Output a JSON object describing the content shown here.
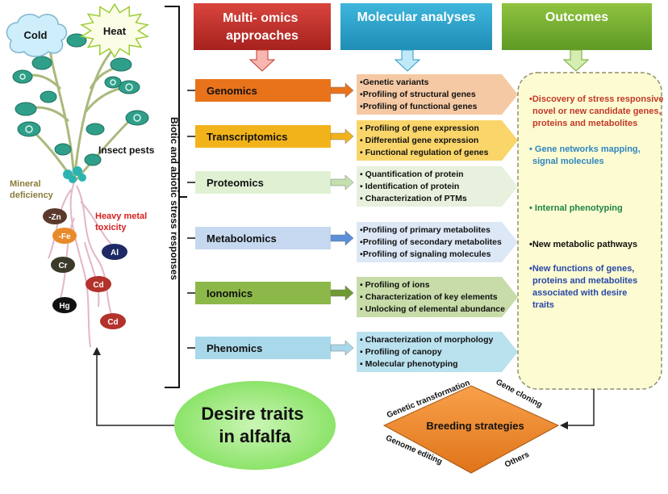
{
  "stresses": {
    "cold": "Cold",
    "heat": "Heat",
    "insect_pests": "Insect pests",
    "mineral_deficiency": [
      "Mineral",
      "deficiency"
    ],
    "heavy_metal": [
      "Heavy metal",
      "toxicity"
    ],
    "elements": [
      "-Zn",
      "-Fe",
      "Al",
      "Cr",
      "Cd",
      "Hg",
      "Cd"
    ]
  },
  "side_label": "Biotic and abiotic stress responses",
  "headers": {
    "omics": [
      "Multi- omics",
      "approaches"
    ],
    "molecular": "Molecular analyses",
    "outcomes": "Outcomes"
  },
  "omics": [
    {
      "name": "Genomics",
      "bullet": "▪",
      "items": [
        "Genetic variants",
        "Profiling of structural genes",
        "Profiling of functional genes"
      ]
    },
    {
      "name": "Transcriptomics",
      "bullet": "▪ ",
      "items": [
        "Profiling of gene expression",
        "Differential gene expression",
        "Functional regulation of genes"
      ]
    },
    {
      "name": "Proteomics",
      "bullet": "▪ ",
      "items": [
        "Quantification of protein",
        "Identification of protein",
        "Characterization of PTMs"
      ]
    },
    {
      "name": "Metabolomics",
      "bullet": "▪",
      "items": [
        "Profiling of primary metabolites",
        "Profiling of secondary metabolites",
        "Profiling of signaling molecules"
      ]
    },
    {
      "name": "Ionomics",
      "bullet": "▪ ",
      "items": [
        "Profiling of ions",
        "Characterization of key elements",
        "Unlocking of elemental abundance"
      ]
    },
    {
      "name": "Phenomics",
      "bullet": "▪ ",
      "items": [
        "Characterization of morphology",
        "Profiling of  canopy",
        "Molecular phenotyping"
      ]
    }
  ],
  "outcomes": [
    {
      "lines": [
        "•Discovery of stress responsive",
        "novel or new candidate genes,",
        "proteins and metabolites"
      ],
      "color": "#c0392b"
    },
    {
      "lines": [
        "• Gene networks mapping,",
        "signal molecules"
      ],
      "color": "#2e86c1"
    },
    {
      "lines": [
        "• Internal phenotyping"
      ],
      "color": "#1e8449"
    },
    {
      "lines": [
        "•New metabolic pathways"
      ],
      "color": "#111111"
    },
    {
      "lines": [
        "•New functions of genes,",
        "proteins and metabolites",
        "associated with desire",
        "traits"
      ],
      "color": "#2848a8"
    }
  ],
  "traits": [
    "Desire traits",
    "in alfalfa"
  ],
  "breeding": {
    "center": "Breeding strategies",
    "genetic_transformation": "Genetic transformation",
    "gene_cloning": "Gene cloning",
    "genome_editing": "Genome editing",
    "others": "Others"
  }
}
